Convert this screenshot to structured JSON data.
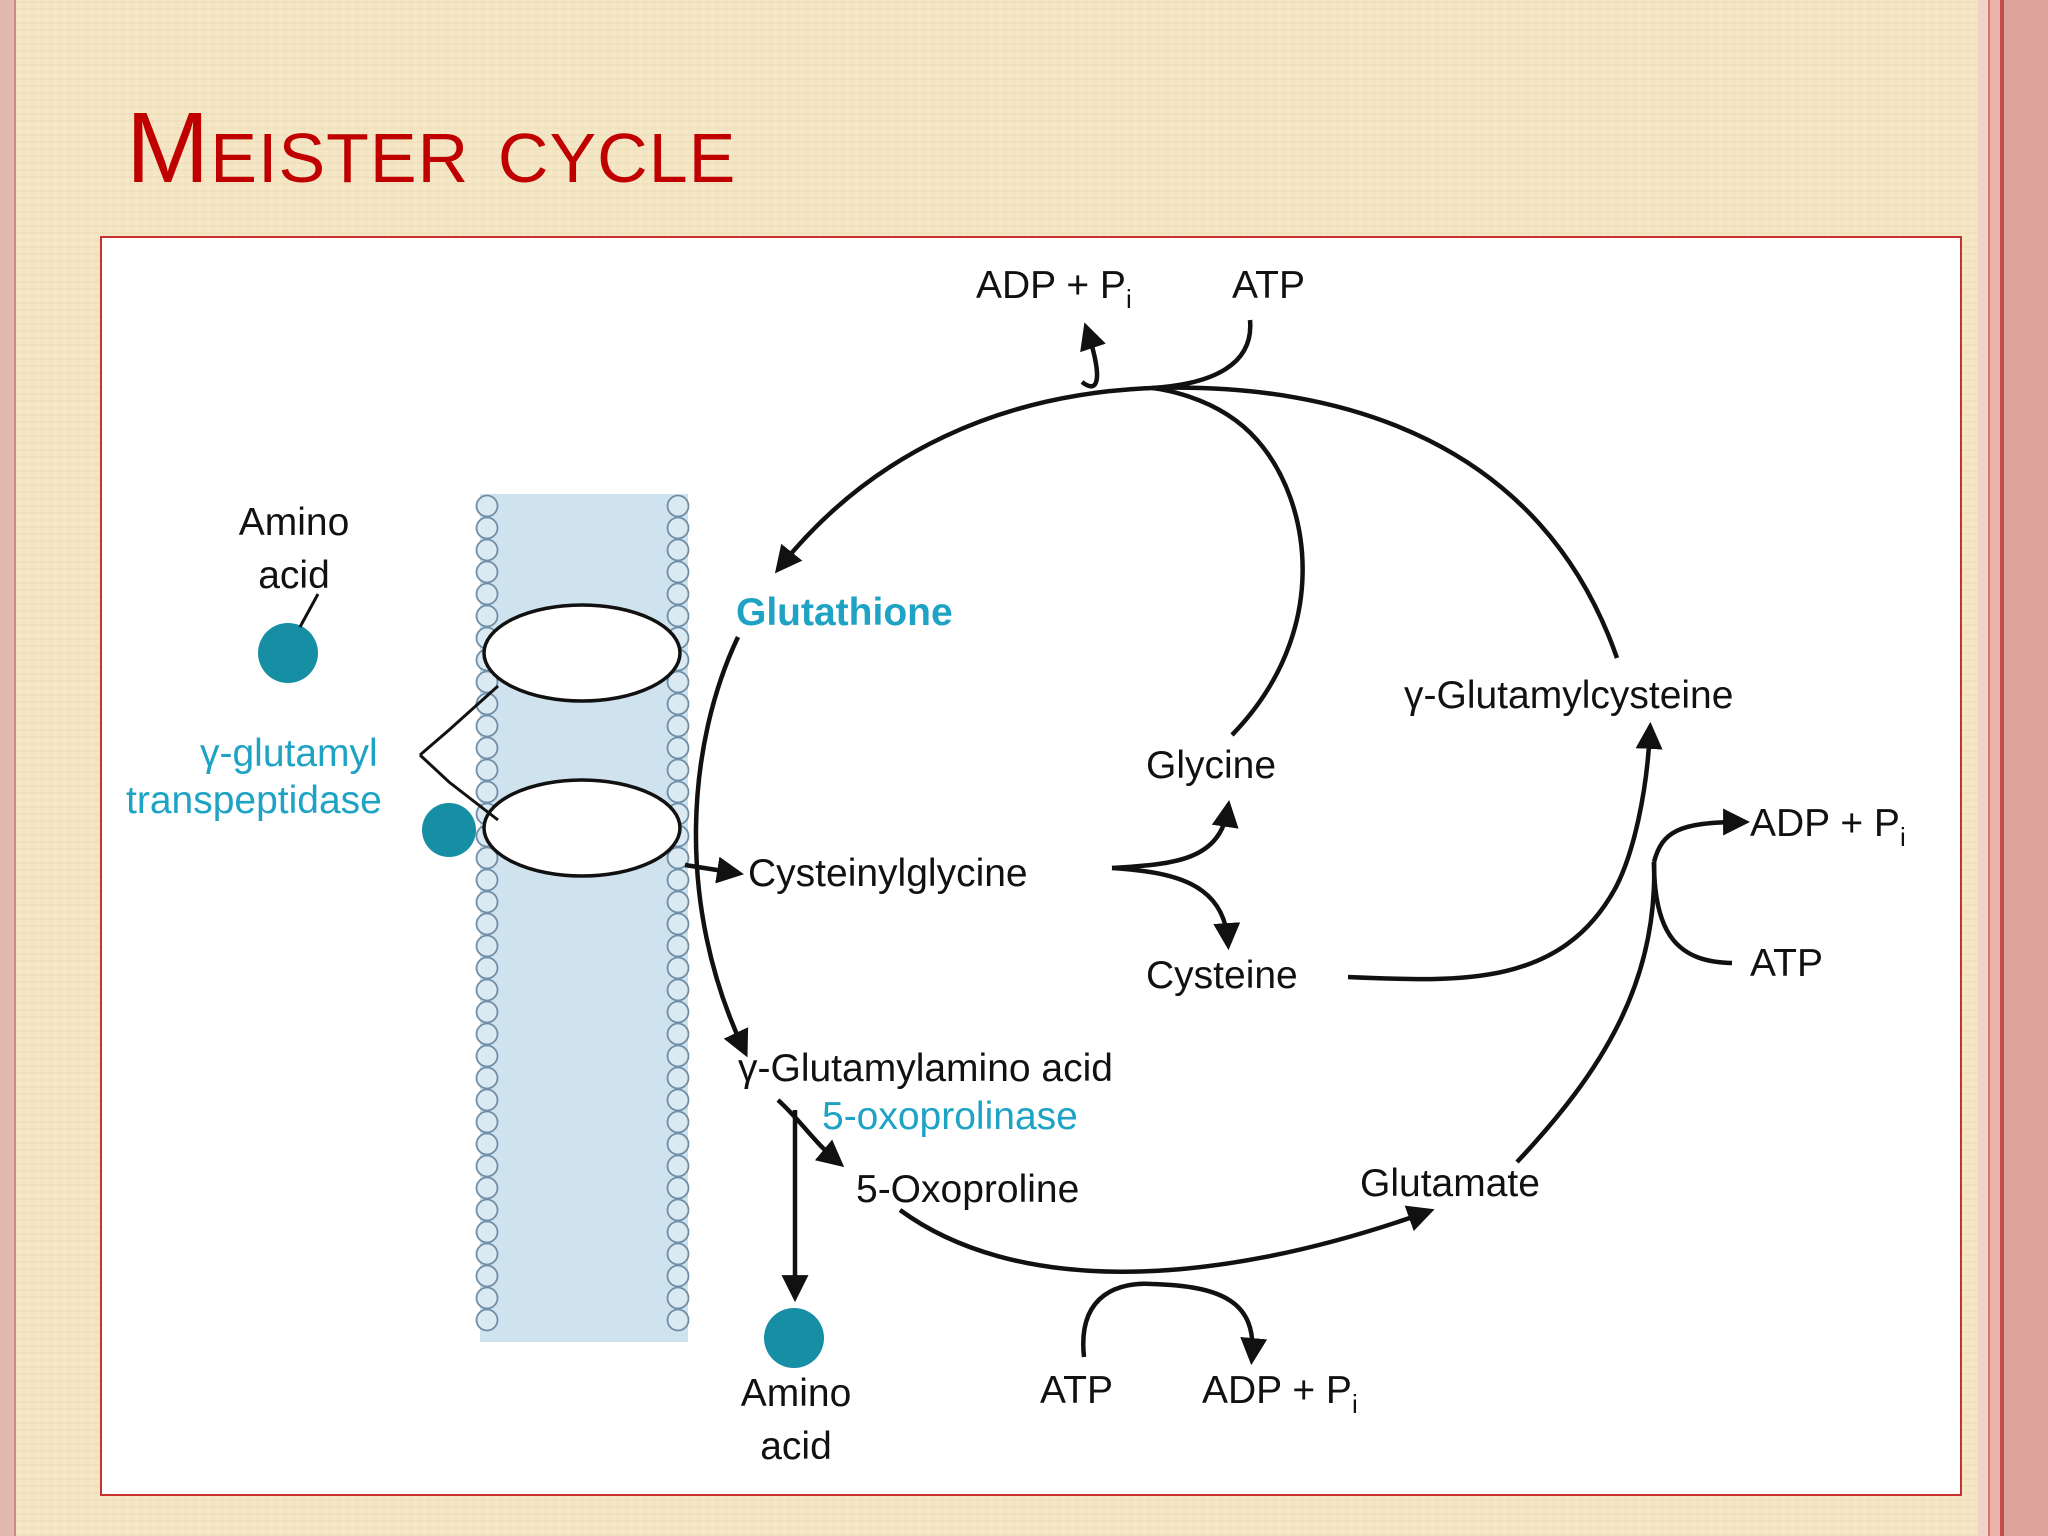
{
  "slide": {
    "title": "Meister cycle",
    "colors": {
      "title": "#c00000",
      "enzyme_label": "#1fa3c4",
      "amino_acid_dot": "#168ea4",
      "figure_border": "#c8312e"
    }
  },
  "diagram": {
    "top_byproduct": "ADP + P",
    "top_byproduct_sub": "i",
    "top_input": "ATP",
    "amino_acid_out_line1": "Amino",
    "amino_acid_out_line2": "acid",
    "enzyme_ggt_line1": "γ-glutamyl",
    "enzyme_ggt_line2": "transpeptidase",
    "glutathione": "Glutathione",
    "gamma_glutamylcysteine": "γ-Glutamylcysteine",
    "glycine": "Glycine",
    "right_byproduct": "ADP + P",
    "right_byproduct_sub": "i",
    "cysteinylglycine": "Cysteinylglycine",
    "cysteine": "Cysteine",
    "right_input": "ATP",
    "gamma_glutamylamino_acid": "γ-Glutamylamino acid",
    "enzyme_oxoprolinase": "5-oxoprolinase",
    "oxoproline": "5-Oxoproline",
    "glutamate": "Glutamate",
    "amino_acid_in_line1": "Amino",
    "amino_acid_in_line2": "acid",
    "bottom_input": "ATP",
    "bottom_byproduct": "ADP + P",
    "bottom_byproduct_sub": "i"
  }
}
